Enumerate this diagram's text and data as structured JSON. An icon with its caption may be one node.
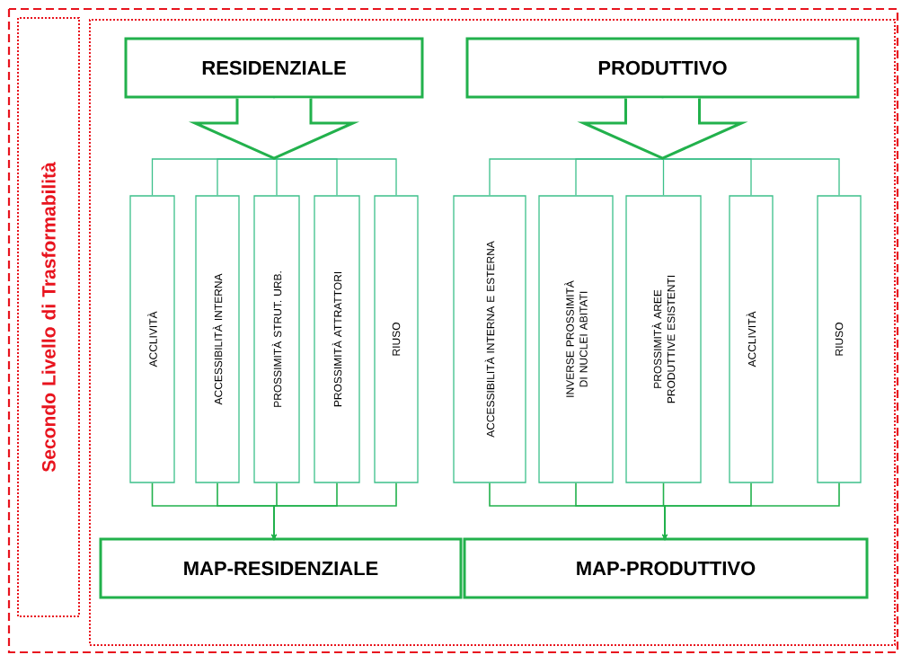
{
  "diagram": {
    "nodes": [
      {
        "text": [
          "Secondo Livello di Trasformabilità"
        ]
      },
      {
        "text": [],
        "shape": "box"
      },
      {
        "text": [
          "RESIDENZIALE"
        ],
        "in": 1
      },
      {
        "text": [
          "PRODUTTIVO"
        ],
        "in": 1
      },
      {
        "text": [
          "ACCLIVITÀ"
        ],
        "in": 1
      },
      {
        "text": [
          "ACCESSIBILITÀ INTERNA"
        ],
        "in": 1
      },
      {
        "text": [
          "PROSSIMITÀ STRUT. URB."
        ],
        "in": 1
      },
      {
        "text": [
          "PROSSIMITÀ ATTRATTORI"
        ],
        "in": 1
      },
      {
        "text": [
          "RIUSO"
        ],
        "in": 1
      },
      {
        "text": [
          "ACCESSIBILITÀ INTERNA E ESTERNA"
        ],
        "in": 1
      },
      {
        "text": [
          "INVERSE PROSSIMITÀ DI NUCLEI ABITATI"
        ],
        "in": 1
      },
      {
        "text": [
          "PROSSIMITÀ AREE PRODUTTIVE ESISTENTI"
        ],
        "in": 1
      },
      {
        "text": [
          "ACCLIVITÀ"
        ],
        "in": 1
      },
      {
        "text": [
          "RIUSO"
        ],
        "in": 1
      },
      {
        "text": [
          "MAP-RESIDENZIALE"
        ],
        "in": 1
      },
      {
        "text": [
          "MAP-PRODUTTIVO"
        ],
        "in": 1
      }
    ],
    "edges": [
      {
        "from": 2,
        "to": null,
        "arrow": "to"
      },
      {
        "from": 3,
        "to": null,
        "arrow": "to"
      },
      {
        "from": 2,
        "to": 4,
        "arrow": "none"
      },
      {
        "from": 2,
        "to": 5,
        "arrow": "none"
      },
      {
        "from": 2,
        "to": 6,
        "arrow": "none"
      },
      {
        "from": 2,
        "to": 7,
        "arrow": "none"
      },
      {
        "from": 2,
        "to": 8,
        "arrow": "none"
      },
      {
        "from": 3,
        "to": 9,
        "arrow": "none"
      },
      {
        "from": 3,
        "to": 10,
        "arrow": "none"
      },
      {
        "from": 3,
        "to": 11,
        "arrow": "none"
      },
      {
        "from": 3,
        "to": 12,
        "arrow": "none"
      },
      {
        "from": 3,
        "to": 13,
        "arrow": "none"
      },
      {
        "from": 4,
        "to": 14,
        "arrow": "to"
      },
      {
        "from": 5,
        "to": 14,
        "arrow": "to"
      },
      {
        "from": 6,
        "to": 14,
        "arrow": "to"
      },
      {
        "from": 7,
        "to": 14,
        "arrow": "to"
      },
      {
        "from": 8,
        "to": 14,
        "arrow": "to"
      },
      {
        "from": 9,
        "to": 15,
        "arrow": "to"
      },
      {
        "from": 10,
        "to": 15,
        "arrow": "to"
      },
      {
        "from": 11,
        "to": 15,
        "arrow": "to"
      },
      {
        "from": 12,
        "to": 15,
        "arrow": "to"
      },
      {
        "from": 13,
        "to": 15,
        "arrow": "to"
      }
    ]
  }
}
